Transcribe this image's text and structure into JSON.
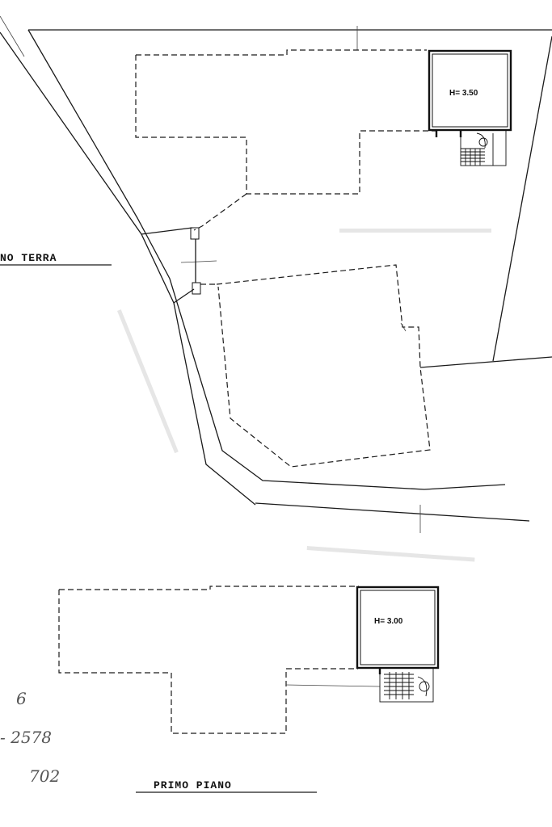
{
  "labels": {
    "ground_floor": "NO TERRA",
    "first_floor": "PRIMO PIANO",
    "room_height_ground": "H= 3.50",
    "room_height_first": "H= 3.00"
  },
  "handwritten": {
    "line1": "6",
    "line2": "- 2578",
    "line3": "702"
  }
}
